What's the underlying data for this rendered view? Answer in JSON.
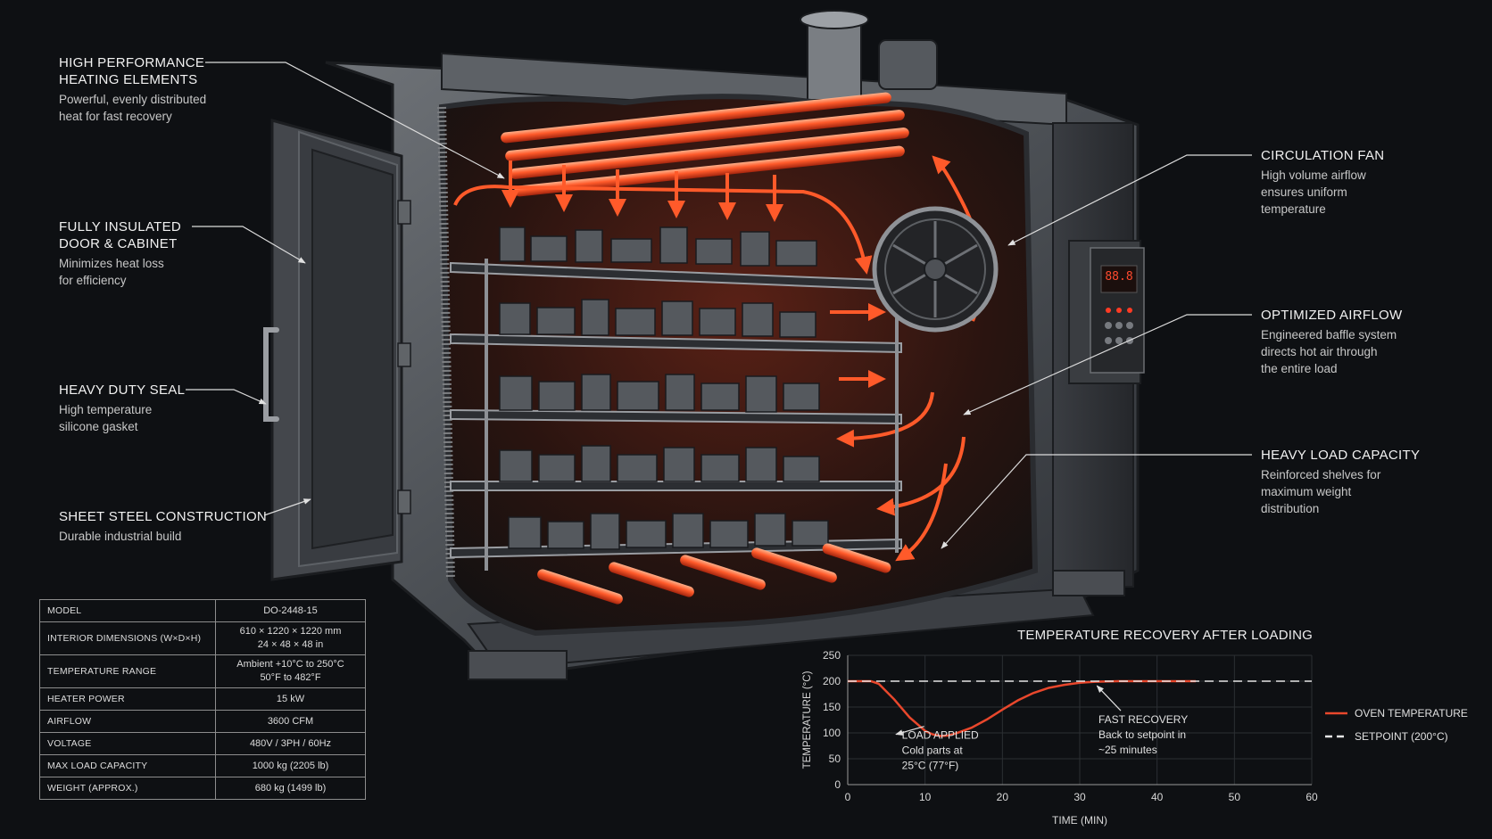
{
  "callouts": [
    {
      "id": "heating-elements",
      "title": "HIGH PERFORMANCE\nHEATING ELEMENTS",
      "desc": "Powerful, evenly distributed\nheat for fast recovery"
    },
    {
      "id": "insulated-door",
      "title": "FULLY INSULATED\nDOOR & CABINET",
      "desc": "Minimizes heat loss\nfor efficiency"
    },
    {
      "id": "seal",
      "title": "HEAVY DUTY SEAL",
      "desc": "High temperature\nsilicone gasket"
    },
    {
      "id": "construction",
      "title": "SHEET STEEL CONSTRUCTION",
      "desc": "Durable industrial build"
    },
    {
      "id": "fan",
      "title": "CIRCULATION FAN",
      "desc": "High volume airflow\nensures uniform\ntemperature"
    },
    {
      "id": "airflow",
      "title": "OPTIMIZED AIRFLOW",
      "desc": "Engineered baffle system\ndirects hot air through\nthe entire load"
    },
    {
      "id": "load",
      "title": "HEAVY LOAD CAPACITY",
      "desc": "Reinforced shelves for\nmaximum weight\ndistribution"
    }
  ],
  "specs": [
    {
      "label": "MODEL",
      "value": "DO-2448-15",
      "value2": ""
    },
    {
      "label": "INTERIOR DIMENSIONS (W×D×H)",
      "value": "610 × 1220 × 1220 mm",
      "value2": "24 × 48 × 48 in"
    },
    {
      "label": "TEMPERATURE RANGE",
      "value": "Ambient +10°C to 250°C",
      "value2": "50°F to 482°F"
    },
    {
      "label": "HEATER POWER",
      "value": "15 kW",
      "value2": ""
    },
    {
      "label": "AIRFLOW",
      "value": "3600 CFM",
      "value2": ""
    },
    {
      "label": "VOLTAGE",
      "value": "480V / 3PH / 60Hz",
      "value2": ""
    },
    {
      "label": "MAX LOAD CAPACITY",
      "value": "1000 kg (2205 lb)",
      "value2": ""
    },
    {
      "label": "WEIGHT (APPROX.)",
      "value": "680 kg (1499 lb)",
      "value2": ""
    }
  ],
  "controller": {
    "display": "88.8"
  },
  "chart_data": {
    "type": "line",
    "title": "TEMPERATURE RECOVERY AFTER LOADING",
    "xlabel": "TIME (MIN)",
    "ylabel": "TEMPERATURE (°C)",
    "xlim": [
      0,
      60
    ],
    "ylim": [
      0,
      250
    ],
    "xticks": [
      0,
      10,
      20,
      30,
      40,
      50,
      60
    ],
    "yticks": [
      0,
      50,
      100,
      150,
      200,
      250
    ],
    "grid": true,
    "legend_position": "right",
    "series": [
      {
        "name": "OVEN TEMPERATURE",
        "color": "#e8472c",
        "style": "solid",
        "x": [
          0,
          3,
          4,
          6,
          8,
          10,
          11,
          12,
          13,
          14,
          16,
          18,
          20,
          22,
          24,
          26,
          28,
          30,
          32,
          35,
          40,
          45
        ],
        "y": [
          200,
          200,
          195,
          165,
          130,
          104,
          97,
          94,
          95,
          99,
          110,
          126,
          145,
          163,
          177,
          187,
          193,
          197,
          199,
          200,
          200,
          200
        ]
      },
      {
        "name": "SETPOINT (200°C)",
        "color": "#e6e6e6",
        "style": "dashed",
        "x": [
          0,
          60
        ],
        "y": [
          200,
          200
        ]
      }
    ],
    "annotations": [
      {
        "id": "load-applied",
        "x": 7,
        "y": 85,
        "text": "LOAD APPLIED\nCold parts at\n25°C (77°F)"
      },
      {
        "id": "fast-recovery",
        "x": 33,
        "y": 205,
        "text": "FAST RECOVERY\nBack to setpoint in\n~25 minutes"
      }
    ]
  }
}
